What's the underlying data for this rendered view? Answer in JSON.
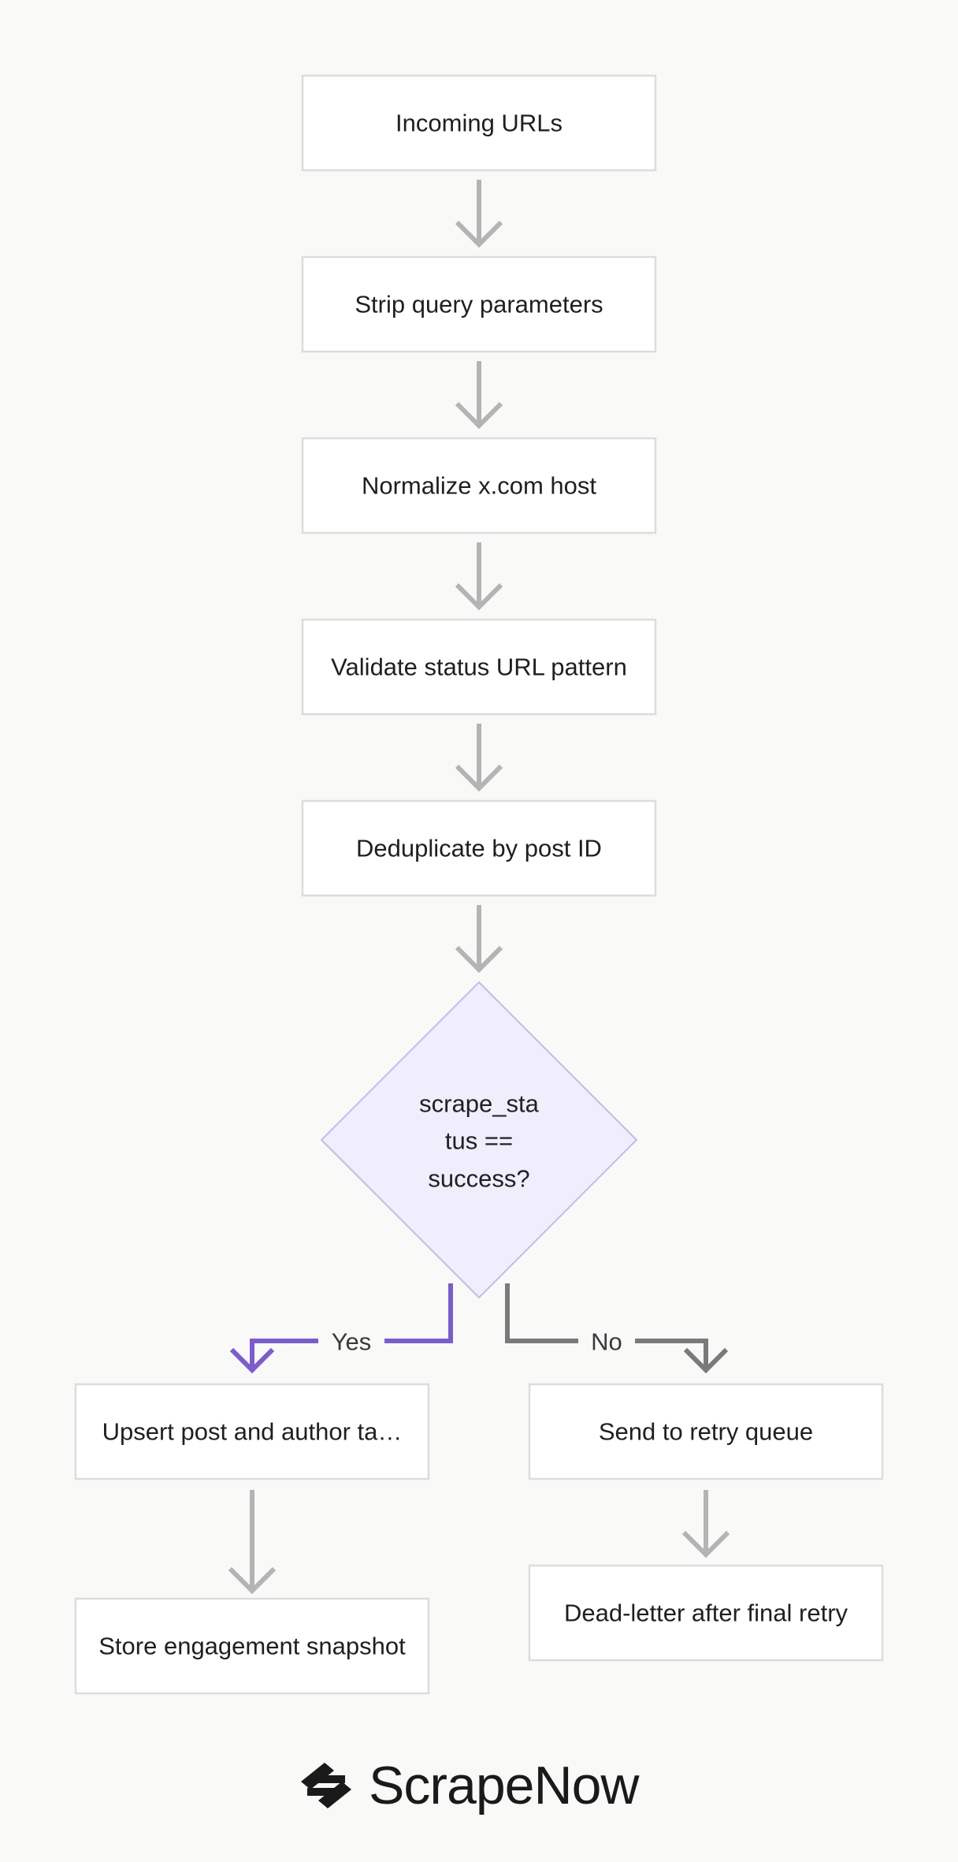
{
  "nodes": {
    "incoming": "Incoming URLs",
    "strip": "Strip query parameters",
    "normalize": "Normalize x.com host",
    "validate": "Validate status URL pattern",
    "dedupe": "Deduplicate by post ID",
    "decision": [
      "scrape_sta",
      "tus ==",
      "success?"
    ],
    "upsert": "Upsert post and author ta…",
    "store": "Store engagement snapshot",
    "retry": "Send to retry queue",
    "deadletter": "Dead-letter after final retry"
  },
  "edges": {
    "yes_label": "Yes",
    "no_label": "No"
  },
  "brand": {
    "name": "ScrapeNow",
    "icon": "scrapenow-logo-icon"
  },
  "colors": {
    "yes_branch": "#7c5bd1",
    "no_branch": "#7a7a7a",
    "decision_fill": "#f0edfc"
  }
}
